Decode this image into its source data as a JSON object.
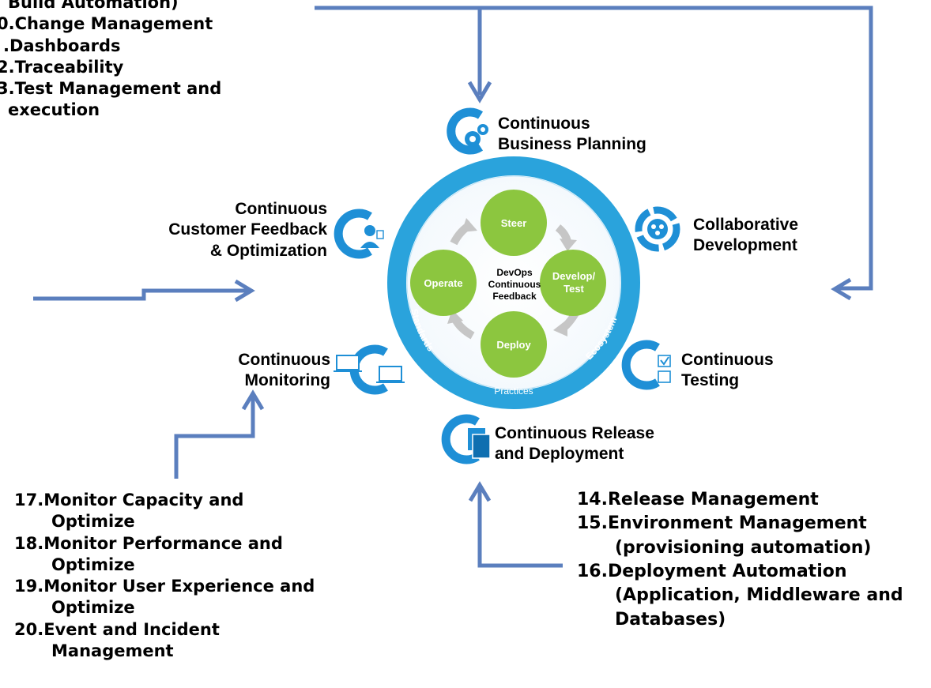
{
  "top_left_list": [
    "Build Automation)",
    "0.Change Management",
    ".Dashboards",
    "2.Traceability",
    "3.Test Management and",
    "execution"
  ],
  "stages": {
    "business_planning": [
      "Continuous",
      "Business Planning"
    ],
    "collaborative_development": [
      "Collaborative",
      "Development"
    ],
    "continuous_testing": [
      "Continuous",
      "Testing"
    ],
    "release_deployment": [
      "Continuous Release",
      "and Deployment"
    ],
    "monitoring": [
      "Continuous",
      "Monitoring"
    ],
    "customer_feedback": [
      "Continuous",
      "Customer Feedback",
      "& Optimization"
    ]
  },
  "wheel": {
    "center": [
      "DevOps",
      "Continuous",
      "Feedback"
    ],
    "steer": "Steer",
    "develop_test": [
      "Develop/",
      "Test"
    ],
    "deploy": "Deploy",
    "operate": "Operate",
    "ring_labels": {
      "standards": "Standards",
      "practices": "Practices",
      "ecosystem": "Ecosystem"
    }
  },
  "monitoring_list": [
    "17.Monitor Capacity and",
    "Optimize",
    "18.Monitor Performance and",
    "Optimize",
    "19.Monitor User Experience and",
    "Optimize",
    "20.Event and Incident",
    "Management"
  ],
  "release_list": [
    "14.Release Management",
    "15.Environment Management",
    "(provisioning automation)",
    "16.Deployment Automation",
    "(Application, Middleware and",
    "Databases)"
  ],
  "colors": {
    "arrow": "#5b7fbe",
    "ring": "#2aa3dc",
    "ring_light": "#dff1fb",
    "node": "#8cc63f",
    "cycle_arrow": "#c6c6c6",
    "icon": "#1e8fd6"
  }
}
